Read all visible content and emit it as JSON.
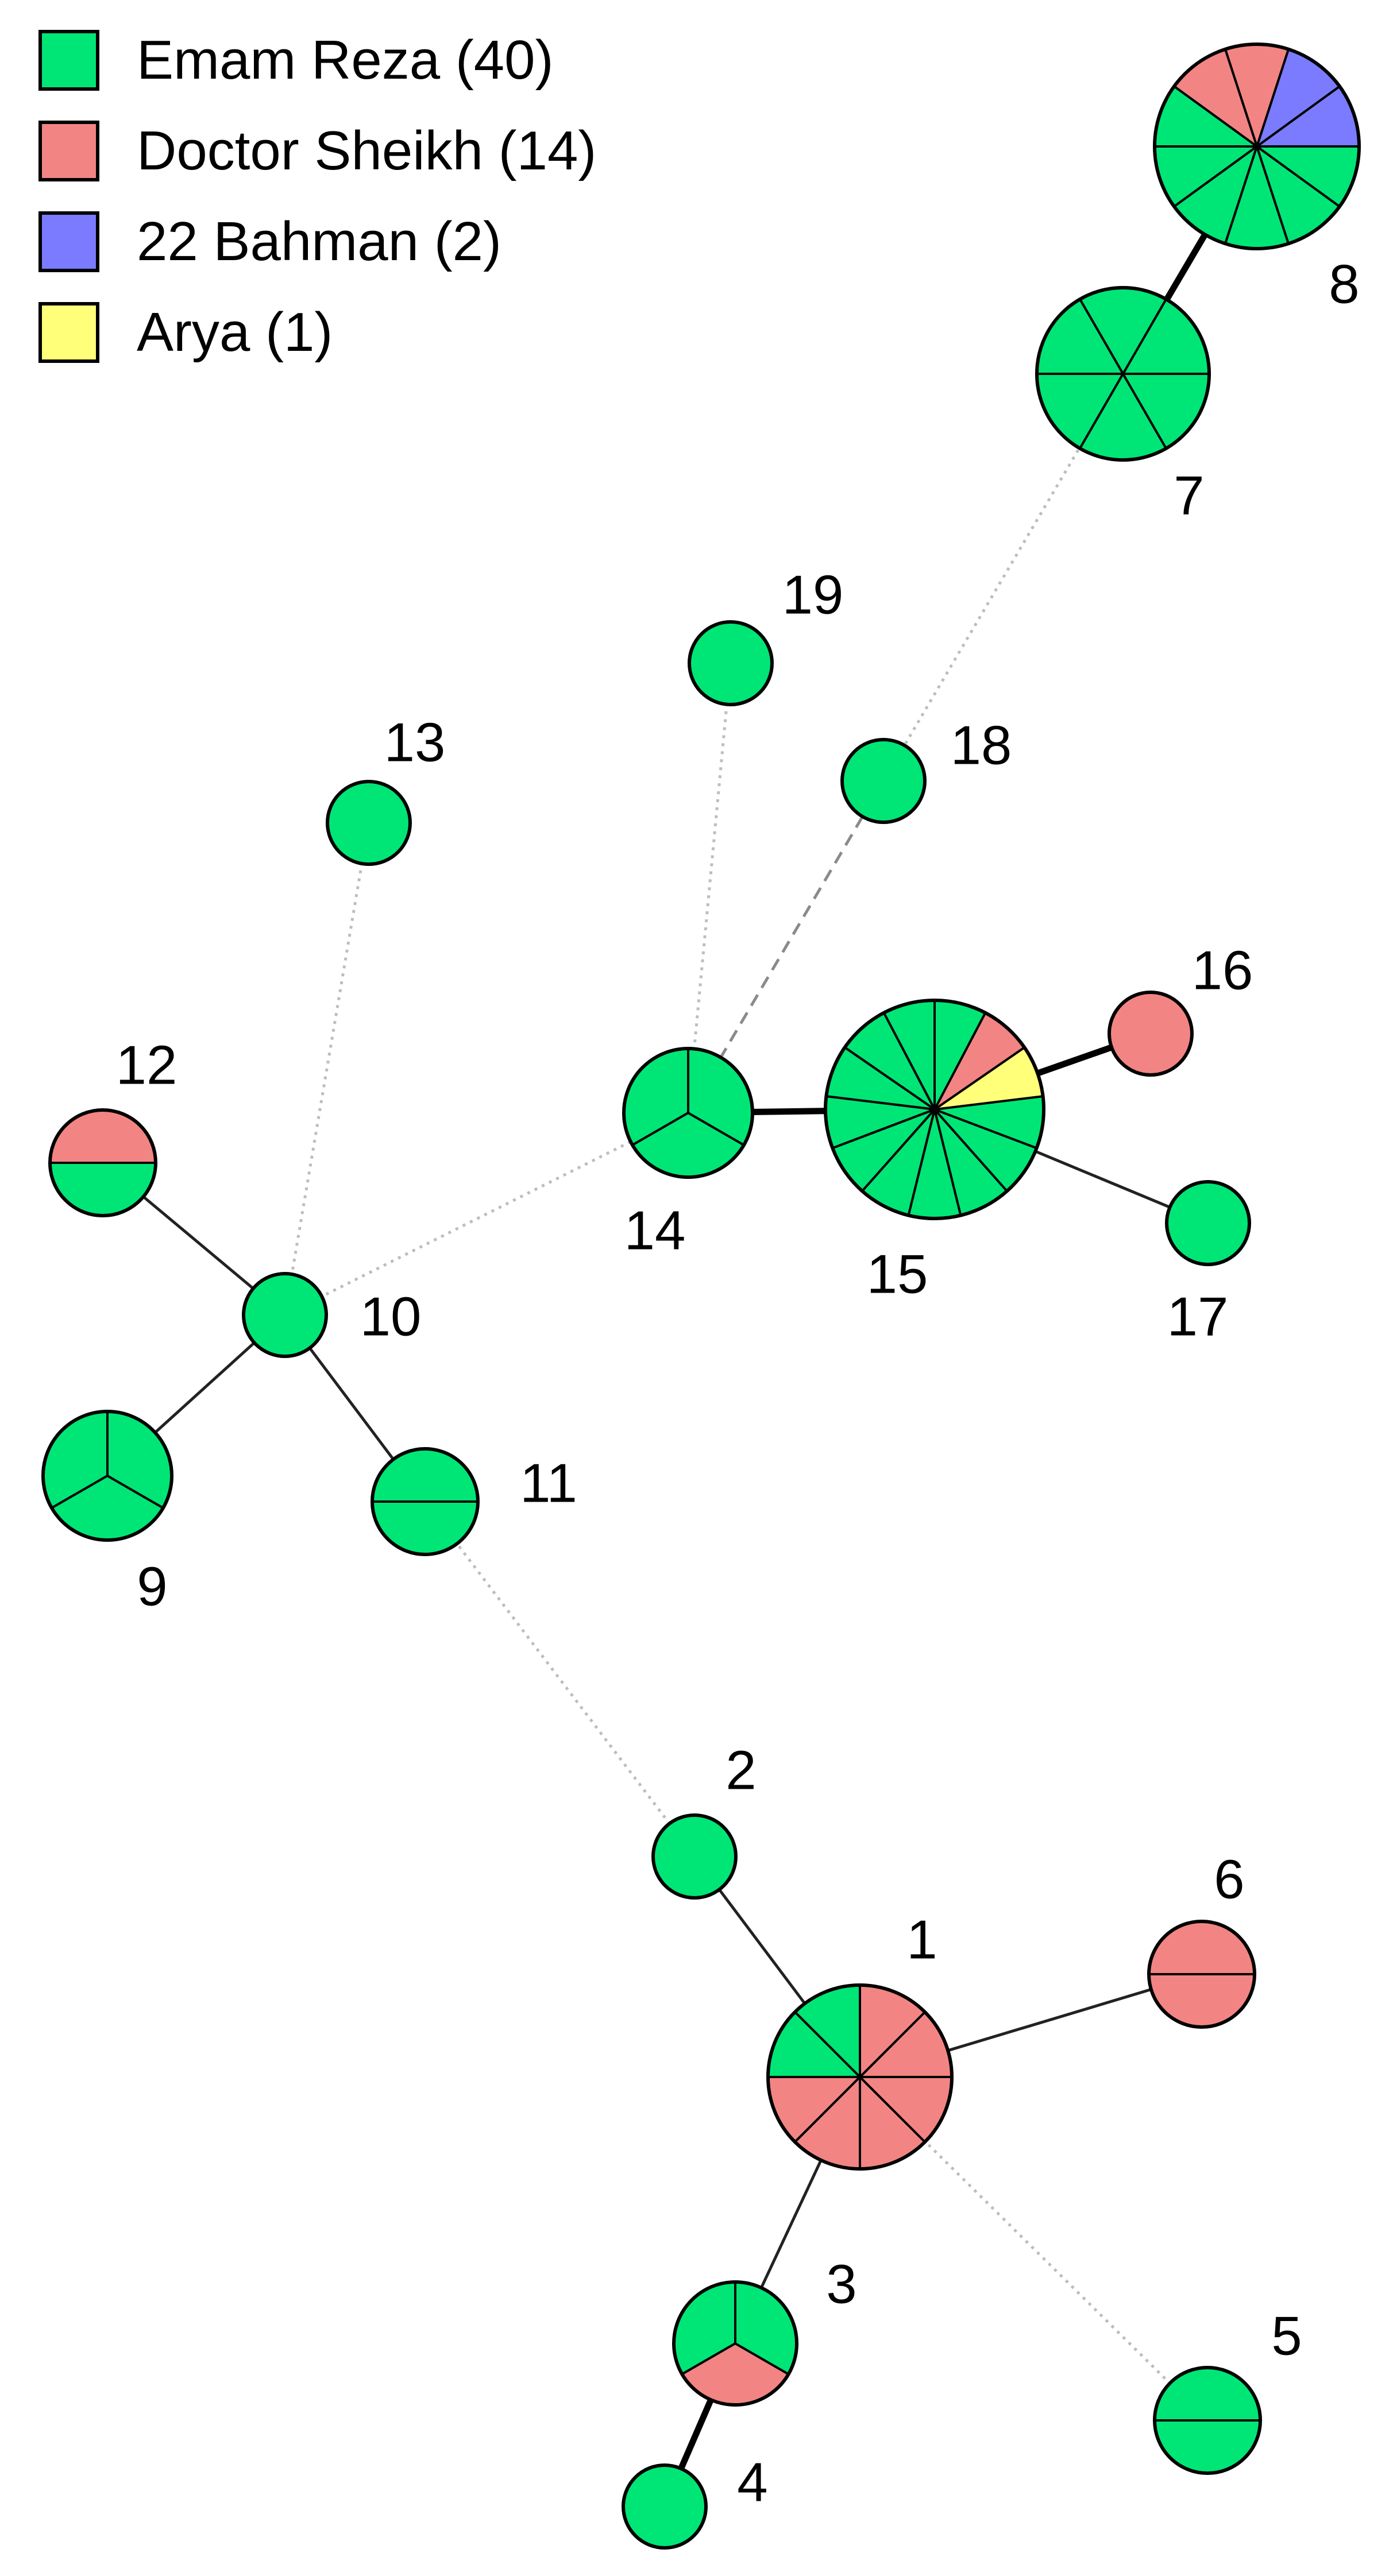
{
  "legend": [
    {
      "label": "Emam Reza (40)",
      "color": "#00e676"
    },
    {
      "label": "Doctor Sheikh (14)",
      "color": "#f28583"
    },
    {
      "label": "22 Bahman (2)",
      "color": "#7b7bff"
    },
    {
      "label": "Arya (1)",
      "color": "#ffff7a"
    }
  ],
  "colors": {
    "emam": "#00e676",
    "sheikh": "#f28583",
    "bahman": "#7b7bff",
    "arya": "#ffff7a",
    "outline": "#000000"
  },
  "nodes": [
    {
      "id": "1",
      "label": "1",
      "sectors": [
        "emam",
        "emam",
        "sheikh",
        "sheikh",
        "sheikh",
        "sheikh",
        "sheikh",
        "sheikh"
      ]
    },
    {
      "id": "2",
      "label": "2",
      "sectors": [
        "emam"
      ]
    },
    {
      "id": "3",
      "label": "3",
      "sectors": [
        "emam",
        "sheikh",
        "emam"
      ]
    },
    {
      "id": "4",
      "label": "4",
      "sectors": [
        "emam"
      ]
    },
    {
      "id": "5",
      "label": "5",
      "sectors": [
        "emam",
        "emam"
      ]
    },
    {
      "id": "6",
      "label": "6",
      "sectors": [
        "sheikh",
        "sheikh"
      ]
    },
    {
      "id": "7",
      "label": "7",
      "sectors": [
        "emam",
        "emam",
        "emam",
        "emam",
        "emam",
        "emam"
      ]
    },
    {
      "id": "8",
      "label": "8",
      "sectors": [
        "bahman",
        "bahman",
        "sheikh",
        "sheikh",
        "emam",
        "emam",
        "emam",
        "emam",
        "emam",
        "emam"
      ]
    },
    {
      "id": "9",
      "label": "9",
      "sectors": [
        "emam",
        "emam",
        "emam"
      ]
    },
    {
      "id": "10",
      "label": "10",
      "sectors": [
        "emam"
      ]
    },
    {
      "id": "11",
      "label": "11",
      "sectors": [
        "emam",
        "emam"
      ]
    },
    {
      "id": "12",
      "label": "12",
      "sectors": [
        "sheikh",
        "emam"
      ]
    },
    {
      "id": "13",
      "label": "13",
      "sectors": [
        "emam"
      ]
    },
    {
      "id": "14",
      "label": "14",
      "sectors": [
        "emam",
        "emam",
        "emam"
      ]
    },
    {
      "id": "15",
      "label": "15",
      "sectors": [
        "emam",
        "emam",
        "emam",
        "emam",
        "emam",
        "emam",
        "emam",
        "emam",
        "emam",
        "emam",
        "arya",
        "sheikh",
        "emam"
      ]
    },
    {
      "id": "16",
      "label": "16",
      "sectors": [
        "sheikh"
      ]
    },
    {
      "id": "17",
      "label": "17",
      "sectors": [
        "emam"
      ]
    },
    {
      "id": "18",
      "label": "18",
      "sectors": [
        "emam"
      ]
    },
    {
      "id": "19",
      "label": "19",
      "sectors": [
        "emam"
      ]
    }
  ],
  "edges": [
    {
      "from": "8",
      "to": "7",
      "style": "thick"
    },
    {
      "from": "7",
      "to": "18",
      "style": "dotted"
    },
    {
      "from": "18",
      "to": "14",
      "style": "dashed"
    },
    {
      "from": "19",
      "to": "14",
      "style": "dotted"
    },
    {
      "from": "14",
      "to": "15",
      "style": "thick"
    },
    {
      "from": "15",
      "to": "16",
      "style": "thick"
    },
    {
      "from": "15",
      "to": "17",
      "style": "solid"
    },
    {
      "from": "14",
      "to": "10",
      "style": "dotted"
    },
    {
      "from": "13",
      "to": "10",
      "style": "dotted"
    },
    {
      "from": "12",
      "to": "10",
      "style": "solid"
    },
    {
      "from": "9",
      "to": "10",
      "style": "solid"
    },
    {
      "from": "11",
      "to": "10",
      "style": "solid"
    },
    {
      "from": "11",
      "to": "2",
      "style": "dotted"
    },
    {
      "from": "2",
      "to": "1",
      "style": "solid"
    },
    {
      "from": "1",
      "to": "6",
      "style": "solid"
    },
    {
      "from": "1",
      "to": "3",
      "style": "solid"
    },
    {
      "from": "1",
      "to": "5",
      "style": "dotted"
    },
    {
      "from": "3",
      "to": "4",
      "style": "thick"
    }
  ]
}
